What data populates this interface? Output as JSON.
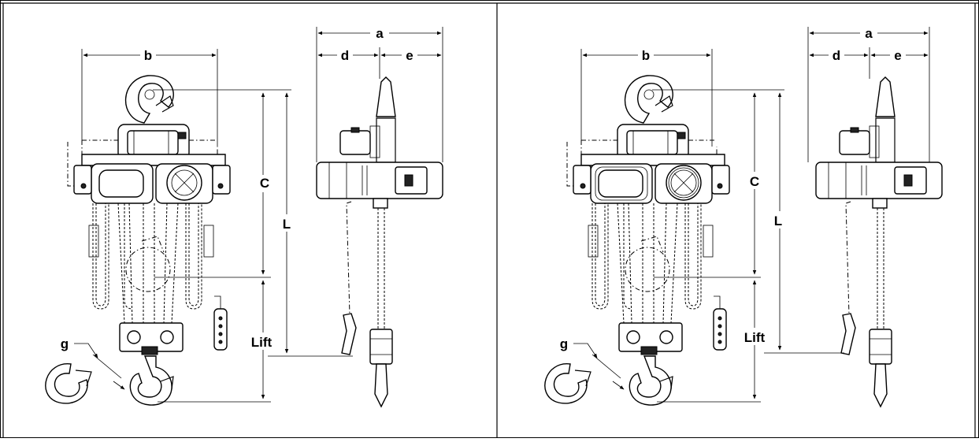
{
  "panels": [
    {
      "labels": {
        "a": "a",
        "b": "b",
        "c": "C",
        "d": "d",
        "e": "e",
        "g": "g",
        "l": "L",
        "lift": "Lift"
      }
    },
    {
      "labels": {
        "a": "a",
        "b": "b",
        "c": "C",
        "d": "d",
        "e": "e",
        "g": "g",
        "l": "L",
        "lift": "Lift"
      }
    }
  ]
}
